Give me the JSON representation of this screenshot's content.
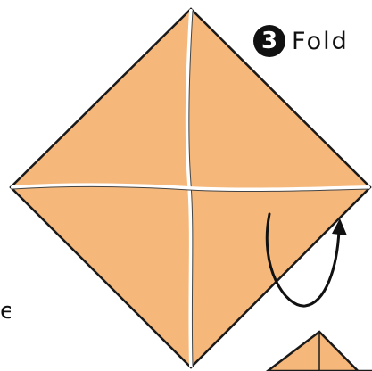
{
  "step": {
    "number": "3",
    "label": "Fold"
  },
  "cropped_text": "e",
  "colors": {
    "paper": "#F5B77A",
    "outline": "#1a1a1a",
    "crease": "#ffffff",
    "badge": "#111111"
  }
}
